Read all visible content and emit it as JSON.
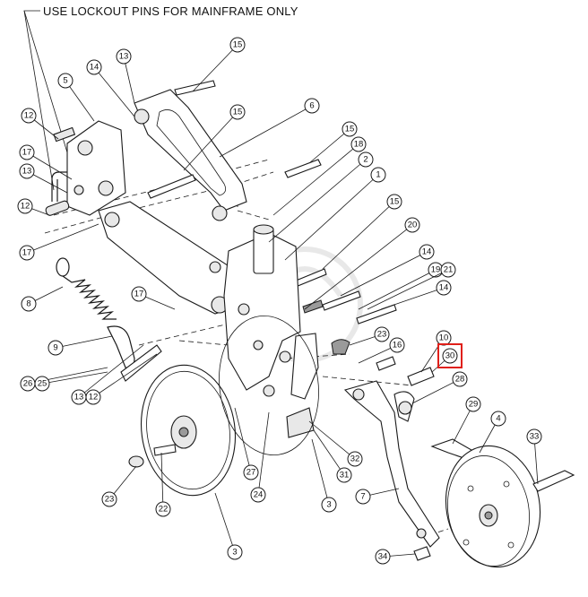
{
  "note": "USE LOCKOUT PINS FOR MAINFRAME ONLY",
  "callouts": [
    {
      "id": "c15a",
      "label": "15"
    },
    {
      "id": "c14a",
      "label": "14"
    },
    {
      "id": "c13a",
      "label": "13"
    },
    {
      "id": "c5",
      "label": "5"
    },
    {
      "id": "c6",
      "label": "6"
    },
    {
      "id": "c15b",
      "label": "15"
    },
    {
      "id": "c12a",
      "label": "12"
    },
    {
      "id": "c17a",
      "label": "17"
    },
    {
      "id": "c13b",
      "label": "13"
    },
    {
      "id": "c15c",
      "label": "15"
    },
    {
      "id": "c18",
      "label": "18"
    },
    {
      "id": "c2",
      "label": "2"
    },
    {
      "id": "c1",
      "label": "1"
    },
    {
      "id": "c12b",
      "label": "12"
    },
    {
      "id": "c17b",
      "label": "17"
    },
    {
      "id": "c15d",
      "label": "15"
    },
    {
      "id": "c20",
      "label": "20"
    },
    {
      "id": "c14b",
      "label": "14"
    },
    {
      "id": "c8",
      "label": "8"
    },
    {
      "id": "c19",
      "label": "19"
    },
    {
      "id": "c21",
      "label": "21"
    },
    {
      "id": "c14c",
      "label": "14"
    },
    {
      "id": "c17c",
      "label": "17"
    },
    {
      "id": "c9",
      "label": "9"
    },
    {
      "id": "c23a",
      "label": "23"
    },
    {
      "id": "c16",
      "label": "16"
    },
    {
      "id": "c10",
      "label": "10"
    },
    {
      "id": "c30",
      "label": "30"
    },
    {
      "id": "c26",
      "label": "26"
    },
    {
      "id": "c25",
      "label": "25"
    },
    {
      "id": "c13c",
      "label": "13"
    },
    {
      "id": "c12c",
      "label": "12"
    },
    {
      "id": "c28",
      "label": "28"
    },
    {
      "id": "c29",
      "label": "29"
    },
    {
      "id": "c4",
      "label": "4"
    },
    {
      "id": "c33",
      "label": "33"
    },
    {
      "id": "c32",
      "label": "32"
    },
    {
      "id": "c27",
      "label": "27"
    },
    {
      "id": "c31",
      "label": "31"
    },
    {
      "id": "c23b",
      "label": "23"
    },
    {
      "id": "c22",
      "label": "22"
    },
    {
      "id": "c24",
      "label": "24"
    },
    {
      "id": "c3a",
      "label": "3"
    },
    {
      "id": "c7",
      "label": "7"
    },
    {
      "id": "c3b",
      "label": "3"
    },
    {
      "id": "c34",
      "label": "34"
    }
  ],
  "highlight_color": "#e0201a"
}
